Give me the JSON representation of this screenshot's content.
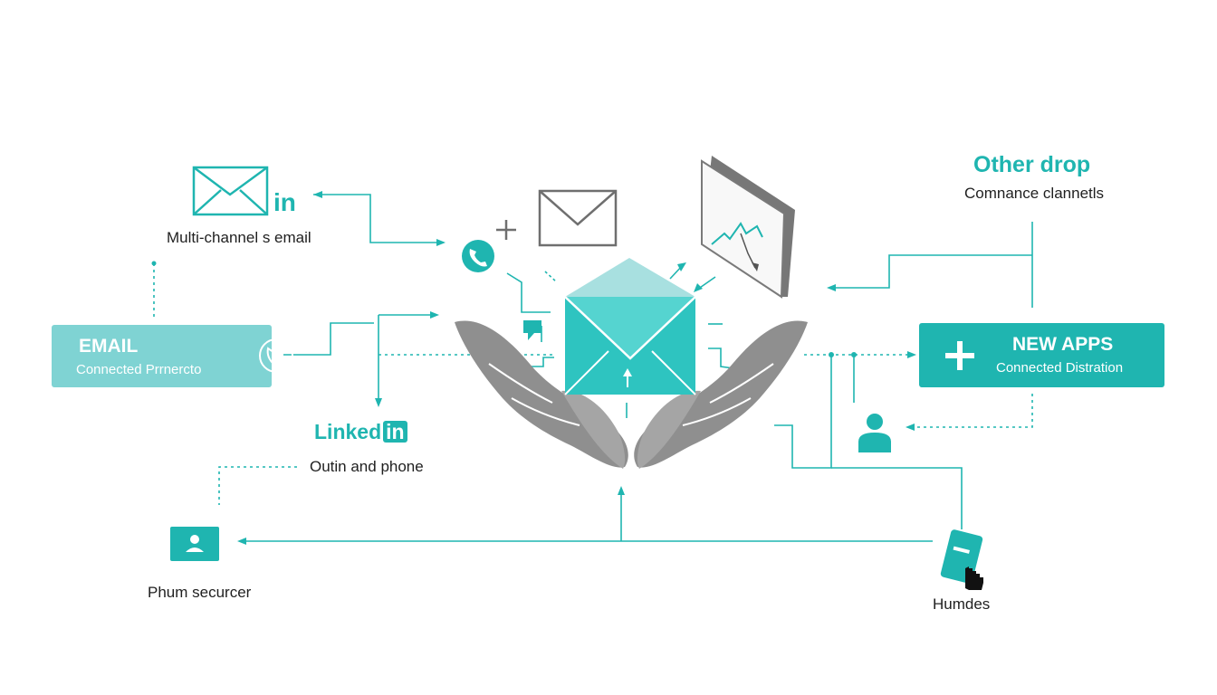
{
  "colors": {
    "teal": "#1fb5b0",
    "teal_light": "#7fd3d3",
    "grey": "#8f8f8f",
    "text": "#1f1f1f"
  },
  "email_box": {
    "title": "EMAIL",
    "subtitle": "Connected Prrnercto",
    "icon": "phone-icon"
  },
  "new_apps_box": {
    "title": "NEW APPS",
    "subtitle": "Connected Distration",
    "icon": "plus-icon"
  },
  "labels": {
    "multichannel": "Multi-channel s email",
    "linkedin_word": "Linked",
    "linkedin_badge": "in",
    "linkedin_top_badge": "in",
    "outin": "Outin and phone",
    "other_drop_title": "Other drop",
    "other_drop_sub": "Comnance clannetls",
    "phum": "Phum securcer",
    "humdes": "Humdes"
  },
  "icons": [
    "envelope-icon",
    "linkedin-icon",
    "phone-icon",
    "plus-icon",
    "envelope-outline-icon",
    "chart-panel-icon",
    "open-envelope-icon",
    "hands-icon",
    "chat-icon",
    "user-icon",
    "person-icon",
    "smartphone-icon",
    "cursor-hand-icon"
  ]
}
